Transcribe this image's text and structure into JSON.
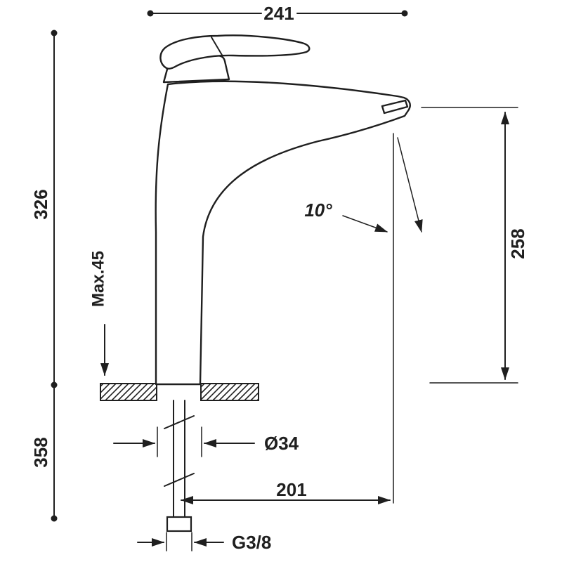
{
  "drawing": {
    "background": "#ffffff",
    "ink": "#1f1f1f",
    "dims": {
      "total_width": "241",
      "height_above_deck": "326",
      "max_thickness": "Max.45",
      "height_below_deck": "358",
      "outlet_height": "258",
      "outlet_angle": "10°",
      "body_diameter": "Ø34",
      "outlet_reach": "201",
      "thread": "G3/8"
    }
  }
}
